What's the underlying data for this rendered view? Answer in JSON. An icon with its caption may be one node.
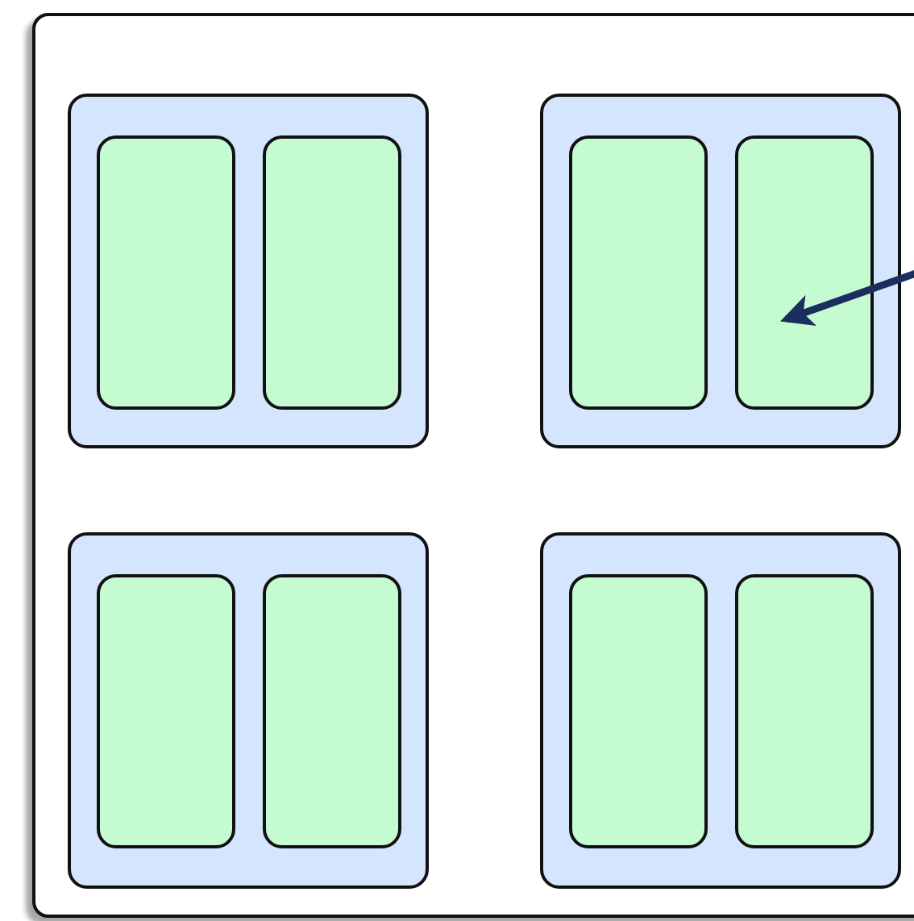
{
  "diagram": {
    "nodes": [
      {
        "text": [],
        "shape": "box"
      },
      {
        "text": [],
        "shape": "box",
        "in": 0
      },
      {
        "text": [],
        "shape": "box",
        "in": 1
      },
      {
        "text": [],
        "shape": "box",
        "in": 1
      },
      {
        "text": [],
        "shape": "box",
        "in": 0
      },
      {
        "text": [],
        "shape": "box",
        "in": 4
      },
      {
        "text": [],
        "shape": "box",
        "in": 4
      },
      {
        "text": [],
        "shape": "box",
        "in": 0
      },
      {
        "text": [],
        "shape": "box",
        "in": 7
      },
      {
        "text": [],
        "shape": "box",
        "in": 7
      },
      {
        "text": [],
        "shape": "box",
        "in": 0
      },
      {
        "text": [],
        "shape": "box",
        "in": 10
      },
      {
        "text": [],
        "shape": "box",
        "in": 10
      }
    ],
    "edges": [
      {
        "from": null,
        "to": 6,
        "arrow": "to"
      }
    ]
  }
}
